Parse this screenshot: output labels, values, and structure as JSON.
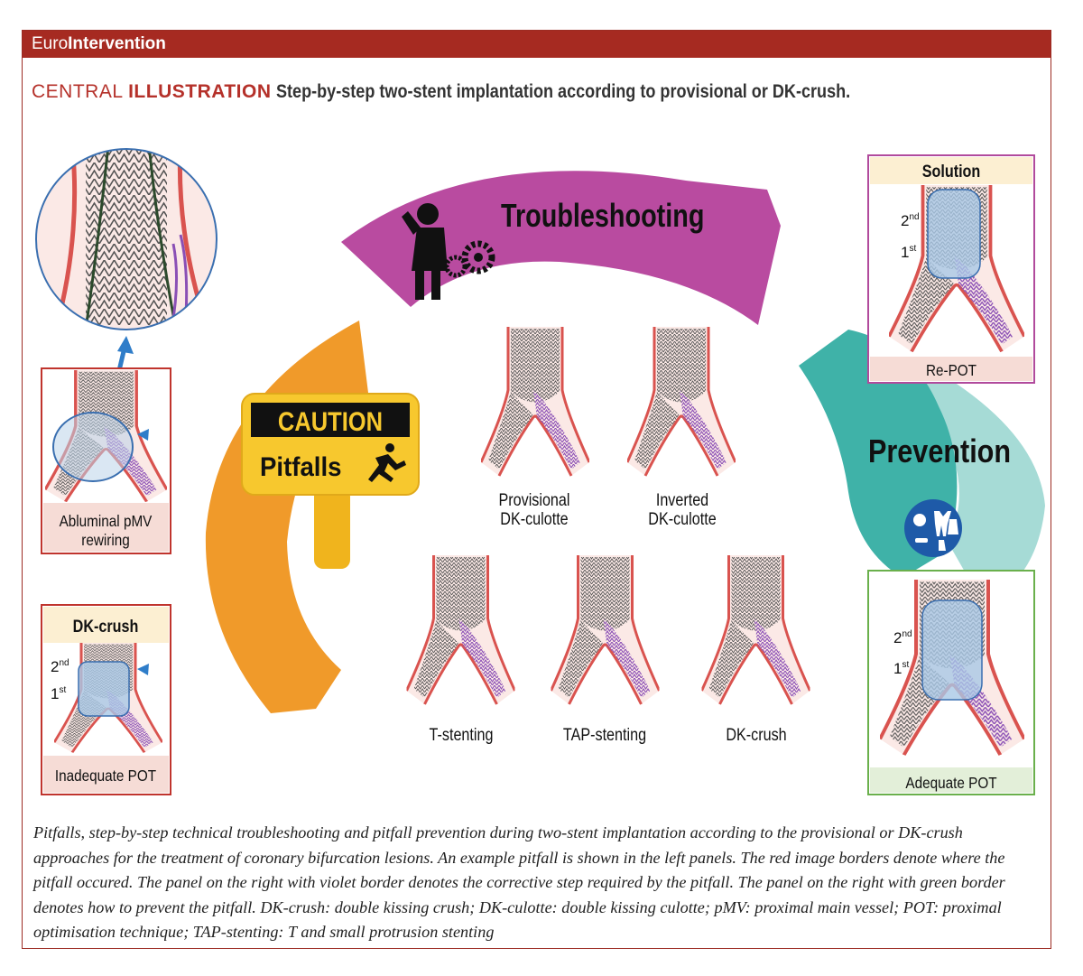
{
  "header": {
    "brand_plain": "Euro",
    "brand_bold": "Intervention"
  },
  "title": {
    "kicker_plain": "CENTRAL",
    "kicker_bold": "ILLUSTRATION",
    "text": "Step-by-step two-stent implantation according to provisional or DK-crush."
  },
  "arcs": {
    "troubleshooting": "Troubleshooting",
    "prevention": "Prevention"
  },
  "sign": {
    "caution": "CAUTION",
    "pitfalls": "Pitfalls"
  },
  "left_panels": {
    "abluminal": {
      "line1": "Abluminal pMV",
      "line2": "rewiring"
    },
    "dkcrush": {
      "header": "DK-crush",
      "second": "2",
      "second_sup": "nd",
      "first": "1",
      "first_sup": "st",
      "footer": "Inadequate POT"
    }
  },
  "right_panels": {
    "solution": {
      "header": "Solution",
      "second": "2",
      "second_sup": "nd",
      "first": "1",
      "first_sup": "st",
      "footer": "Re-POT"
    },
    "prevention": {
      "second": "2",
      "second_sup": "nd",
      "first": "1",
      "first_sup": "st",
      "footer": "Adequate POT"
    }
  },
  "center_items": {
    "provisional": {
      "line1": "Provisional",
      "line2": "DK-culotte"
    },
    "inverted": {
      "line1": "Inverted",
      "line2": "DK-culotte"
    },
    "tstenting": "T-stenting",
    "tapstenting": "TAP-stenting",
    "dkcrush": "DK-crush"
  },
  "caption": "Pitfalls, step-by-step technical troubleshooting and pitfall prevention during two-stent implantation according to the provisional or DK-crush approaches for the treatment of coronary bifurcation lesions. An example pitfall is shown in the left panels. The red image borders denote where the pitfall occured. The panel on the right with violet border denotes the corrective step required by the pitfall. The panel on the right with green border denotes how to prevent the pitfall. DK-crush: double kissing crush; DK-culotte: double kissing culotte; pMV: proximal main vessel; POT: proximal optimisation technique; TAP-stenting: T and small protrusion stenting",
  "colors": {
    "header_red": "#a62a21",
    "troubleshooting_arc": "#b94ba0",
    "pitfalls_arc": "#f09a2a",
    "prevention_arc": "#3fb2a8",
    "panel_red": "#c0342d",
    "panel_violet": "#b14a9c",
    "panel_green": "#6ab04c",
    "caution_yellow": "#f7c82e",
    "stent_purple": "#8a4fb5",
    "vessel_red": "#d9534f"
  },
  "icons": [
    "troubleshooting-person-gears-icon",
    "slipping-person-icon",
    "protective-equipment-icon",
    "upward-arrow-icon",
    "triangle-pointer-icon"
  ]
}
